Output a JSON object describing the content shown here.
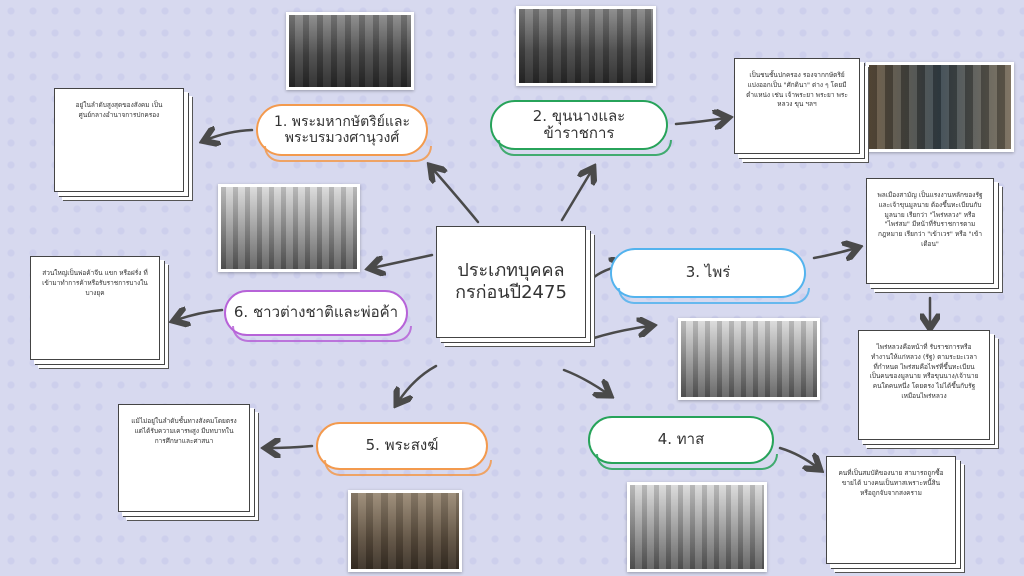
{
  "center_title": "ประเภทบุคคลกรก่อนปี2475",
  "colors": {
    "orange": "#f39a4e",
    "green": "#27a35a",
    "blue": "#53b3ee",
    "purple": "#b763d8"
  },
  "nodes": [
    {
      "label": "1. พระมหากษัตริย์และพระบรมวงศานุวงศ์",
      "color": "orange",
      "note": "อยู่ในลำดับสูงสุดของสังคม เป็นศูนย์กลางอำนาจการปกครอง"
    },
    {
      "label": "2. ขุนนางและข้าราชการ",
      "color": "green",
      "note": "เป็นชนชั้นปกครอง รองจากกษัตริย์ แบ่งออกเป็น \"ศักดินา\" ต่าง ๆ โดยมีตำแหน่ง เช่น เจ้าพระยา พระยา พระ หลวง ขุน ฯลฯ"
    },
    {
      "label": "3. ไพร่",
      "color": "blue",
      "note": "พลเมืองสามัญ เป็นแรงงานหลักของรัฐและเจ้าขุนมูลนาย ต้องขึ้นทะเบียนกับมูลนาย เรียกว่า \"ไพร่หลวง\" หรือ \"ไพร่สม\" มีหน้าที่รับราชการตามกฎหมาย เรียกว่า \"เข้าเวร\" หรือ \"เข้าเดือน\"",
      "note2": "ไพร่หลวงคือหน้าที่ รับราชการหรือทำงานให้แก่หลวง (รัฐ) ตามระยะเวลาที่กำหนด ไพร่สมคือไพร่ที่ขึ้นทะเบียนเป็นคนของมูลนาย หรือขุนนาง/เจ้านายคนใดคนหนึ่ง โดยตรง ไม่ได้ขึ้นกับรัฐเหมือนไพร่หลวง"
    },
    {
      "label": "4. ทาส",
      "color": "green",
      "note": "คนที่เป็นสมบัติของนาย สามารถถูกซื้อขายได้ บางคนเป็นทาสเพราะหนี้สิน หรือถูกจับจากสงคราม"
    },
    {
      "label": "5. พระสงฆ์",
      "color": "orange",
      "note": "แม้ไม่อยู่ในลำดับชั้นทางสังคมโดยตรง แต่ได้รับความเคารพสูง มีบทบาทในการศึกษาและศาสนา"
    },
    {
      "label": "6. ชาวต่างชาติและพ่อค้า",
      "color": "purple",
      "note": "ส่วนใหญ่เป็นพ่อค้าจีน แขก หรือฝรั่ง ที่เข้ามาทำการค้าหรือรับราชการบางในบางยุค"
    }
  ],
  "photos": [
    {
      "name": "photo-royal-group",
      "style": "",
      "caption": ""
    },
    {
      "name": "photo-nobles-group",
      "style": "",
      "caption": ""
    },
    {
      "name": "photo-officials-street",
      "style": "color",
      "caption": ""
    },
    {
      "name": "photo-foreign-ceremony",
      "style": "light",
      "caption": ""
    },
    {
      "name": "photo-commoners",
      "style": "light",
      "caption": ""
    },
    {
      "name": "photo-slaves",
      "style": "light",
      "caption": ""
    },
    {
      "name": "photo-monks",
      "style": "sepia",
      "caption": ""
    }
  ]
}
